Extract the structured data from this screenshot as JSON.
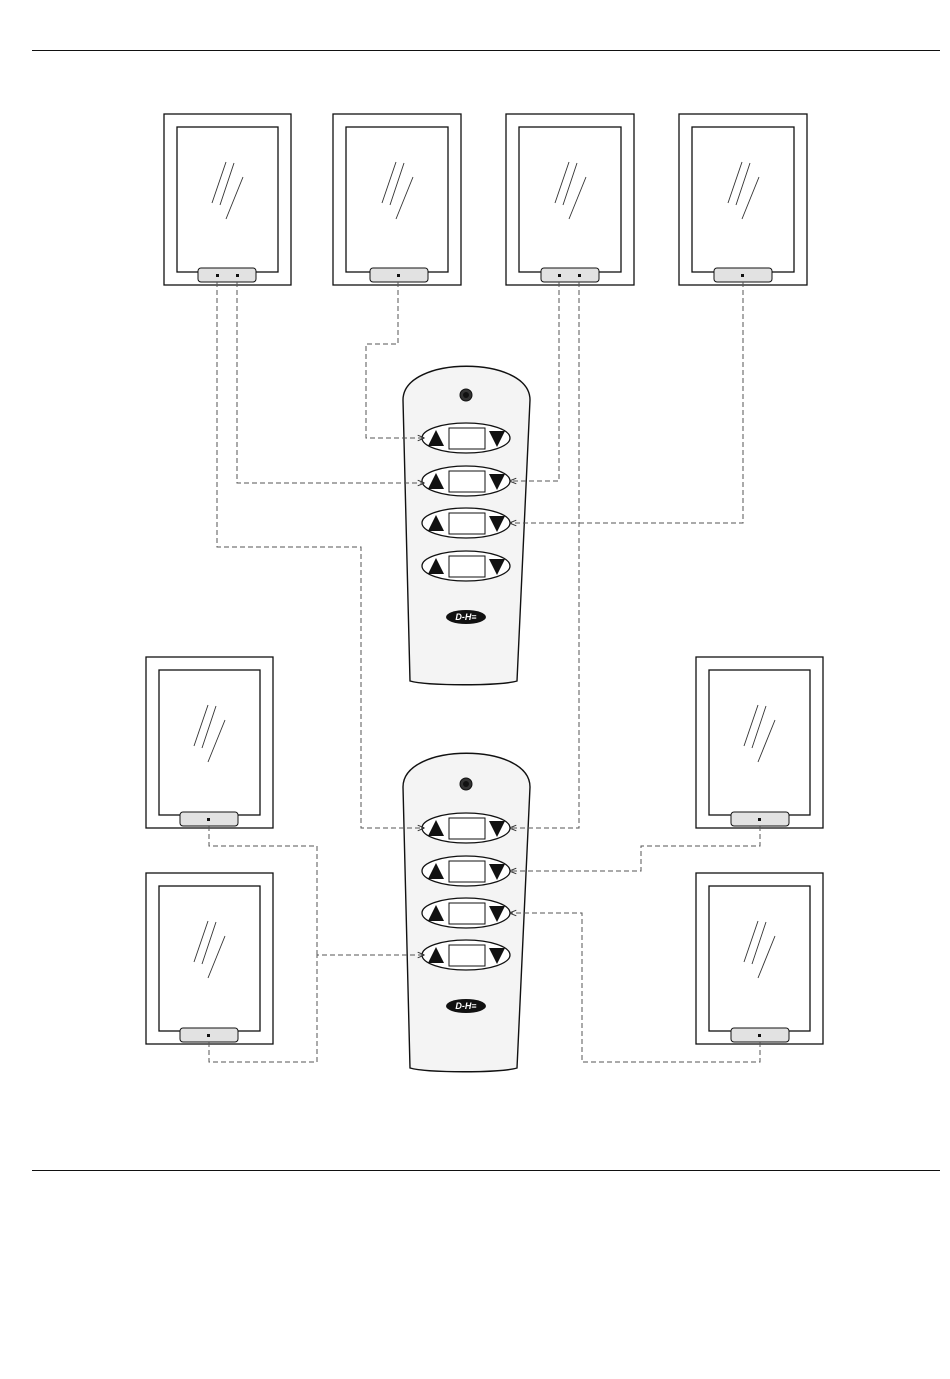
{
  "remotes": [
    {
      "id": "remote-1",
      "logo": "D-H≡",
      "channels": 4
    },
    {
      "id": "remote-2",
      "logo": "D-H≡",
      "channels": 4
    }
  ],
  "windows": {
    "count": 8,
    "receivers": [
      2,
      1,
      2,
      1,
      1,
      1,
      1,
      1
    ]
  },
  "colors": {
    "line": "#111111",
    "dash": "#555555",
    "receiver": "#e2e2e2",
    "remote": "#f4f4f4"
  }
}
